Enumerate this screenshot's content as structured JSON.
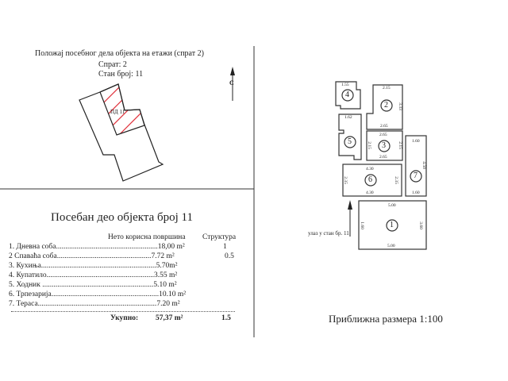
{
  "location": {
    "title": "Положај посебног дела објекта на етажи (спрат 2)",
    "floor": "Спрат: 2",
    "apartment": "Стан број: 11",
    "unit_label": "ПД 11",
    "north_label": "С"
  },
  "summary": {
    "title": "Посебан део објекта број 11",
    "col_area": "Нето корисна површина",
    "col_structure": "Структура",
    "rows": [
      {
        "name": "1.  Дневна соба......................................................",
        "area": "18,00 m²",
        "structure": "1"
      },
      {
        "name": "2  Спаваћа соба..................................................",
        "area": "7.72 m²",
        "structure": "0.5"
      },
      {
        "name": "3.  Кухиња.............................................................",
        "area": "5.70m²",
        "structure": ""
      },
      {
        "name": "4.  Купатило.........................................................",
        "area": "3.55 m²",
        "structure": ""
      },
      {
        "name": "5.  Ходник ...........................................................",
        "area": "5.10 m²",
        "structure": ""
      },
      {
        "name": "6.  Трпезарија.........................................................",
        "area": "10.10 m²",
        "structure": ""
      },
      {
        "name": "7.  Тераса...............................................................",
        "area": "7.20 m²",
        "structure": ""
      }
    ],
    "total_label": "Укупно:",
    "total_area": "57,37 m²",
    "total_structure": "1.5"
  },
  "plan": {
    "rooms": [
      "1",
      "2",
      "3",
      "4",
      "5",
      "6",
      "7"
    ],
    "dims": {
      "r1_top": "5.00",
      "r1_bottom": "5.00",
      "r1_left": "1.60",
      "r1_right": "3.60",
      "r6_top": "4.30",
      "r6_bottom": "4.30",
      "r6_left": "2.35",
      "r6_right": "2.35",
      "r7_top": "1.60",
      "r7_bottom": "1.60",
      "r7_right": "4.50",
      "r3_top": "2.65",
      "r3_bottom": "2.65",
      "r3_left": "2.15",
      "r3_right": "2.15",
      "r2_top": "2.15",
      "r2_right": "3.33",
      "r2_bottom": "2.65",
      "r4_top": "1.55",
      "r5_top": "1.62"
    },
    "entrance": "улаз у стан бр. 11",
    "scale": "Приближна размера 1:100"
  }
}
